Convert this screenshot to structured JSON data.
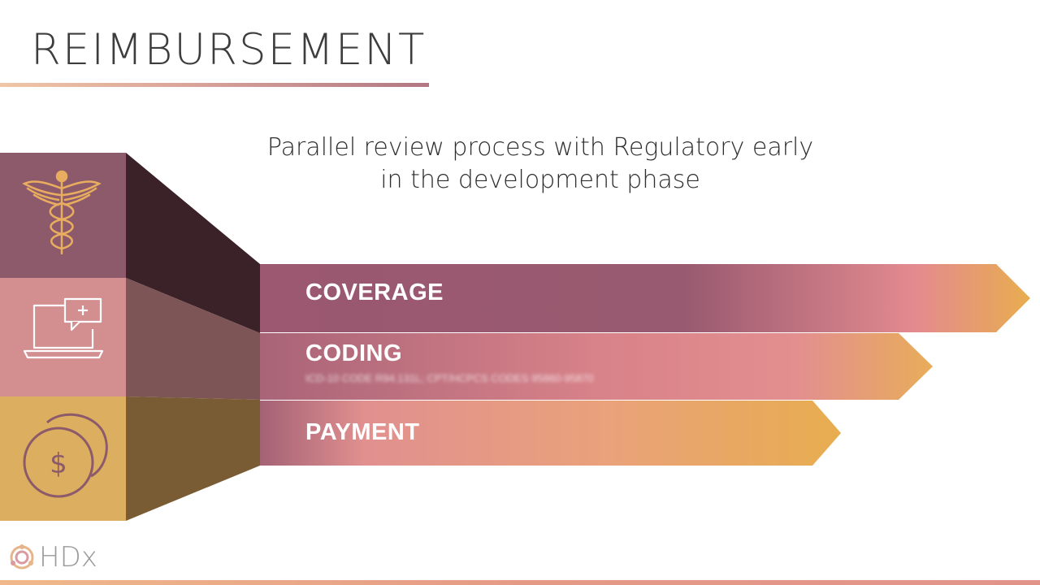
{
  "slide": {
    "title": "REIMBURSEMENT",
    "subtitle_line1": "Parallel review process with Regulatory early",
    "subtitle_line2": "in the development phase"
  },
  "bands": [
    {
      "label": "COVERAGE",
      "icon": "caduceus-icon",
      "color_box": "#8c5a6a",
      "color_side": "#3b2229"
    },
    {
      "label": "CODING",
      "sub": "ICD-10 CODE R94.131L; CPT/HCPCS CODES 95860-95870",
      "icon": "laptop-medical-chat-icon",
      "color_box": "#d38f90",
      "color_side": "#7d5556"
    },
    {
      "label": "PAYMENT",
      "icon": "coins-dollar-icon",
      "color_box": "#dcae5f",
      "color_side": "#7a5c34"
    }
  ],
  "colors": {
    "plum": "#9b5870",
    "pink": "#e38a8f",
    "gold": "#e8ad4f",
    "title_text": "#3d3d3d"
  },
  "logo": {
    "text": "HDx"
  }
}
